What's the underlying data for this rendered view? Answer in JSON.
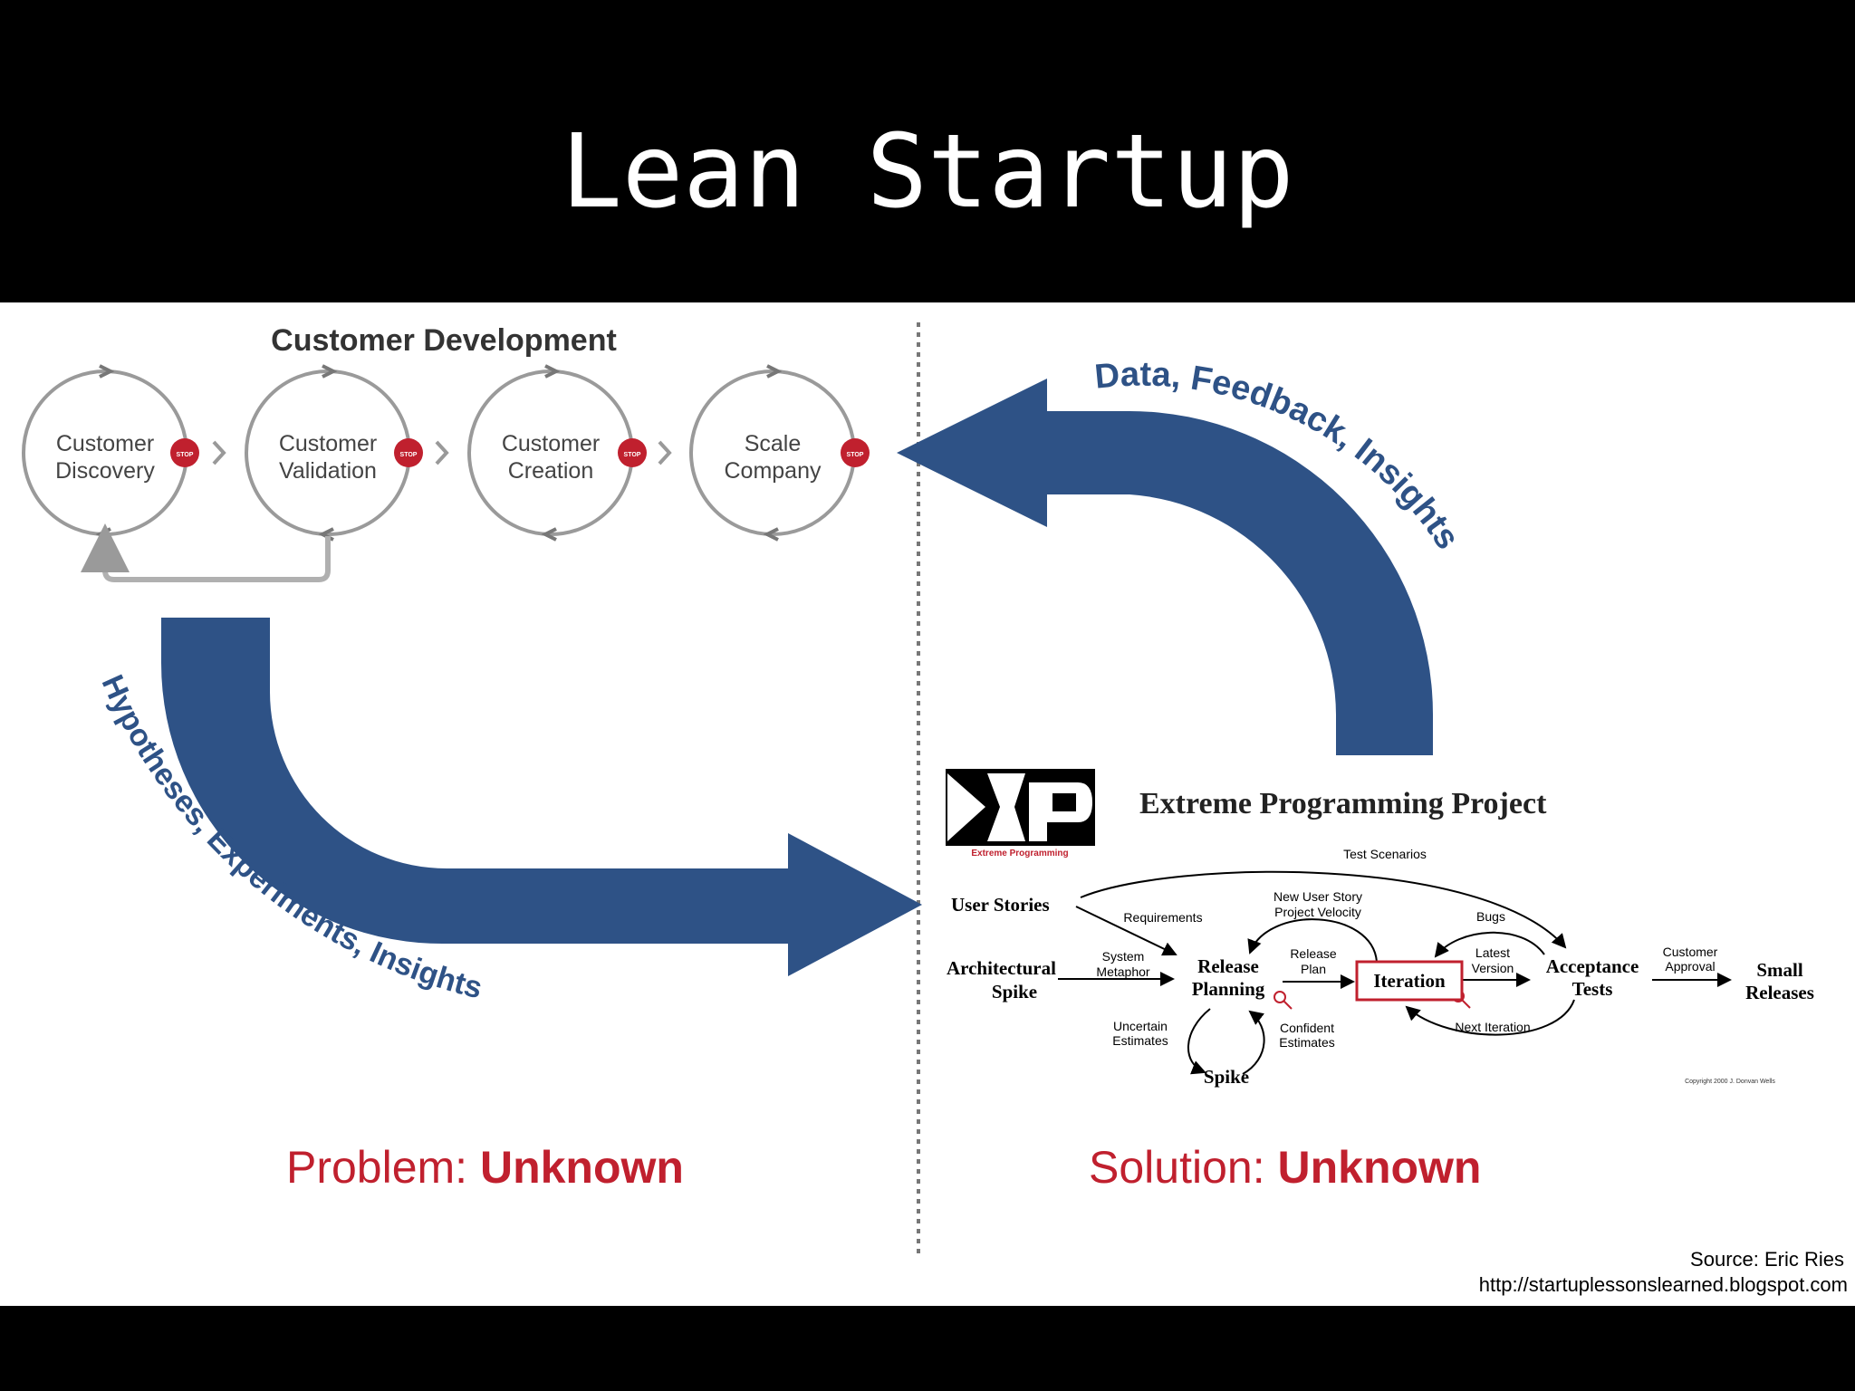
{
  "slide": {
    "title": "Lean Startup"
  },
  "colors": {
    "arrow_blue": "#2e5286",
    "stop_red": "#c0202e",
    "accent_red": "#c0202e",
    "loop_gray": "#9a9a9a",
    "background": "#000000",
    "panel": "#ffffff"
  },
  "customer_development": {
    "heading": "Customer Development",
    "steps": [
      {
        "line1": "Customer",
        "line2": "Discovery"
      },
      {
        "line1": "Customer",
        "line2": "Validation"
      },
      {
        "line1": "Customer",
        "line2": "Creation"
      },
      {
        "line1": "Scale",
        "line2": "Company"
      }
    ],
    "stop_label": "STOP"
  },
  "feedback_arrow": {
    "label": "Data, Feedback, Insights"
  },
  "hypotheses_arrow": {
    "label": "Hypotheses, Experiments, Insights"
  },
  "xp": {
    "logo_caption": "Extreme Programming",
    "heading": "Extreme Programming Project",
    "nodes": {
      "user_stories": "User Stories",
      "architectural": "Architectural",
      "spike_under": "Spike",
      "release": "Release",
      "planning": "Planning",
      "iteration": "Iteration",
      "acceptance": "Acceptance",
      "tests": "Tests",
      "small": "Small",
      "releases": "Releases",
      "spike": "Spike"
    },
    "edges": {
      "test_scenarios": "Test Scenarios",
      "requirements": "Requirements",
      "new_user_story": "New User Story",
      "project_velocity": "Project Velocity",
      "bugs": "Bugs",
      "system": "System",
      "metaphor": "Metaphor",
      "release_l1": "Release",
      "plan": "Plan",
      "latest": "Latest",
      "version": "Version",
      "customer": "Customer",
      "approval": "Approval",
      "uncertain": "Uncertain",
      "estimates_u": "Estimates",
      "confident": "Confident",
      "estimates_c": "Estimates",
      "next_iteration": "Next Iteration"
    },
    "copyright": "Copyright 2000 J. Donvan Wells"
  },
  "problem": {
    "label": "Problem: ",
    "value": "Unknown"
  },
  "solution": {
    "label": "Solution: ",
    "value": "Unknown"
  },
  "source": {
    "line1": "Source: Eric Ries",
    "line2": "http://startuplessonslearned.blogspot.com"
  }
}
